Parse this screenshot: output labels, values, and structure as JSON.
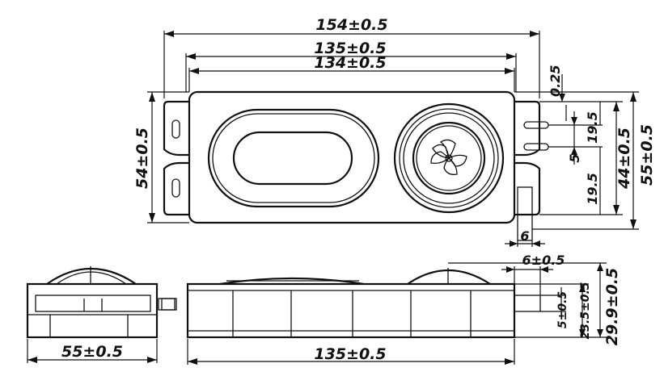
{
  "dimensions": {
    "overall_length": "154±0.5",
    "mount_span": "135±0.5",
    "body_length": "134±0.5",
    "tab_thickness": "0.25",
    "body_height": "54±0.5",
    "slot_offset_top": "19.5",
    "slot_width": "5",
    "slot_offset_bottom": "19.5",
    "tab_span": "44±0.5",
    "overall_height": "55±0.5",
    "tab_width": "6",
    "side_width": "55±0.5",
    "front_length": "135±0.5",
    "tab_width_side": "6±0.5",
    "tab_height": "5±0.5",
    "body_depth": "23.5±0.5",
    "overall_depth": "29.9±0.5"
  }
}
